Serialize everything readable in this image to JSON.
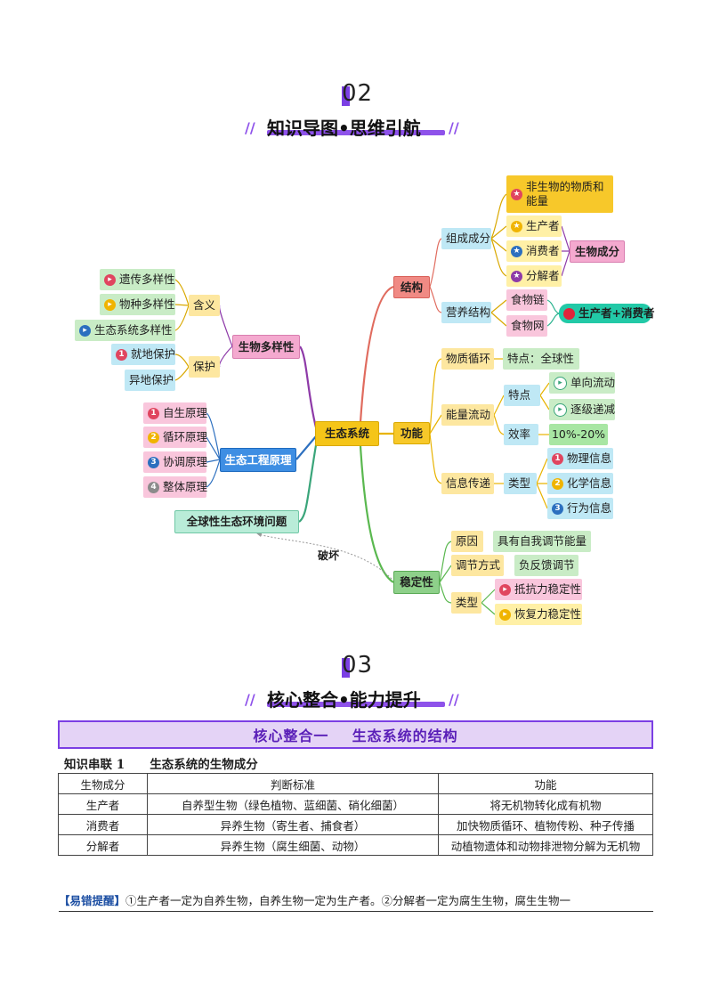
{
  "section2": {
    "number": "02",
    "title": "知识导图•思维引航"
  },
  "mindmap": {
    "center": "生态系统",
    "structure": {
      "label": "结构",
      "composition": "组成成分",
      "abiotic": "非生物的物质和能量",
      "producer": "生产者",
      "consumer": "消费者",
      "decomposer": "分解者",
      "biotic": "生物成分",
      "trophic": "营养结构",
      "food_chain": "食物链",
      "food_web": "食物网",
      "producer_consumer": "生产者+消费者"
    },
    "function": {
      "label": "功能",
      "material_cycle": "物质循环",
      "material_feature": "特点：全球性",
      "energy_flow": "能量流动",
      "feature": "特点",
      "one_way": "单向流动",
      "decrease": "逐级递减",
      "efficiency": "效率",
      "efficiency_value": "10%-20%",
      "info": "信息传递",
      "type": "类型",
      "physical": "物理信息",
      "chemical": "化学信息",
      "behavior": "行为信息"
    },
    "stability": {
      "label": "稳定性",
      "cause": "原因",
      "cause_value": "具有自我调节能量",
      "regulation": "调节方式",
      "regulation_value": "负反馈调节",
      "type": "类型",
      "resistance": "抵抗力稳定性",
      "resilience": "恢复力稳定性"
    },
    "biodiversity": {
      "label": "生物多样性",
      "meaning": "含义",
      "genetic": "遗传多样性",
      "species": "物种多样性",
      "ecosystem": "生态系统多样性",
      "protection": "保护",
      "in_situ": "就地保护",
      "ex_situ": "异地保护"
    },
    "engineering": {
      "label": "生态工程原理",
      "p1": "自生原理",
      "p2": "循环原理",
      "p3": "协调原理",
      "p4": "整体原理"
    },
    "global": "全球性生态环境问题",
    "destroy": "破坏"
  },
  "section3": {
    "number": "03",
    "title": "核心整合•能力提升"
  },
  "banner": "核心整合一    生态系统的结构",
  "subhead": "知识串联 1      生态系统的生物成分",
  "table": {
    "headers": [
      "生物成分",
      "判断标准",
      "功能"
    ],
    "rows": [
      [
        "生产者",
        "自养型生物（绿色植物、蓝细菌、硝化细菌）",
        "将无机物转化成有机物"
      ],
      [
        "消费者",
        "异养生物（寄生者、捕食者）",
        "加快物质循环、植物传粉、种子传播"
      ],
      [
        "分解者",
        "异养生物（腐生细菌、动物）",
        "动植物遗体和动物排泄物分解为无机物"
      ]
    ]
  },
  "tip": {
    "tag": "【易错提醒】",
    "text": "①生产者一定为自养生物，自养生物一定为生产者。②分解者一定为腐生生物，腐生生物一"
  },
  "colors": {
    "accent": "#7b3fe4",
    "center": "#f5c518"
  }
}
